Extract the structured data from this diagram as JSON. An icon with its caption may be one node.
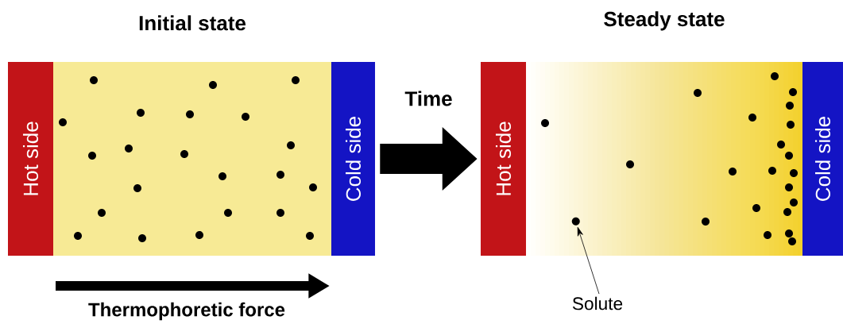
{
  "diagram": {
    "nodes": [
      {
        "text": [
          "Initial state"
        ]
      },
      {
        "text": [
          "Hot side"
        ]
      },
      {
        "text": [
          "Cold side"
        ]
      },
      {
        "text": [
          "Steady state"
        ]
      },
      {
        "text": [
          "Hot side"
        ]
      },
      {
        "text": [
          "Cold side"
        ]
      },
      {
        "text": [
          "Solute"
        ]
      },
      {
        "text": [],
        "shape": "circle",
        "in": 3
      }
    ],
    "edges": [
      {
        "from": 2,
        "to": 4,
        "arrow": "to",
        "label": "Time",
        "style": "thick"
      },
      {
        "from": 6,
        "to": 7,
        "arrow": "to"
      }
    ],
    "labels": [
      "Thermophoretic force"
    ]
  }
}
